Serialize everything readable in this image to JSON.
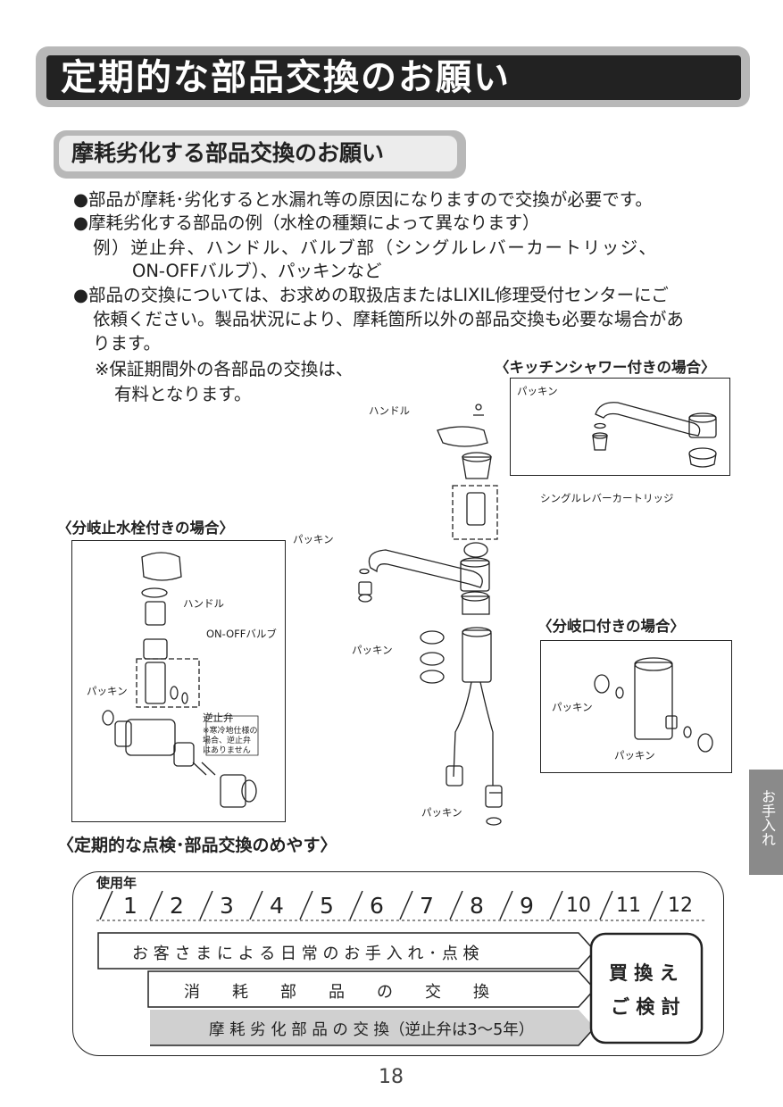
{
  "title": "定期的な部品交換のお願い",
  "subtitle": "摩耗劣化する部品交換のお願い",
  "bullets": [
    "●部品が摩耗･劣化すると水漏れ等の原因になりますので交換が必要です。",
    "●摩耗劣化する部品の例（水栓の種類によって異なります）",
    "例）逆止弁、ハンドル、バルブ部（シングルレバーカートリッジ、",
    "ON-OFFバルブ）、パッキンなど",
    "●部品の交換については、お求めの取扱店またはLIXIL修理受付センターにご",
    "依頼ください。製品状況により、摩耗箇所以外の部品交換も必要な場合があ",
    "ります。"
  ],
  "note_lines": [
    "※保証期間外の各部品の交換は、",
    "有料となります。"
  ],
  "kitchen_caption": "〈キッチンシャワー付きの場合〉",
  "bunki_stop_caption": "〈分岐止水栓付きの場合〉",
  "bunki_port_caption": "〈分岐口付きの場合〉",
  "labels": {
    "handle": "ハンドル",
    "packing": "パッキン",
    "cartridge": "シングルレバーカートリッジ",
    "onoff_valve": "ON-OFFバルブ",
    "check_valve": "逆止弁",
    "cold_region_note": [
      "※寒冷地仕様の",
      "場合、逆止弁",
      "はありません"
    ]
  },
  "schedule": {
    "caption": "〈定期的な点検･部品交換のめやす〉",
    "years_label": "使用年",
    "years": [
      "1",
      "2",
      "3",
      "4",
      "5",
      "6",
      "7",
      "8",
      "9",
      "10",
      "11",
      "12"
    ],
    "rows": [
      "お 客 さ ま に よ る 日 常 の お 手 入 れ ･  点 検",
      "消　　耗　　部　　品　　の　　交　　換",
      "摩 耗 劣 化 部 品 の 交 換（逆止弁は3～5年）"
    ],
    "replace_lines": [
      "買 換 え",
      "ご 検 討"
    ]
  },
  "side_tab": "お手入れ",
  "page_number": "18"
}
